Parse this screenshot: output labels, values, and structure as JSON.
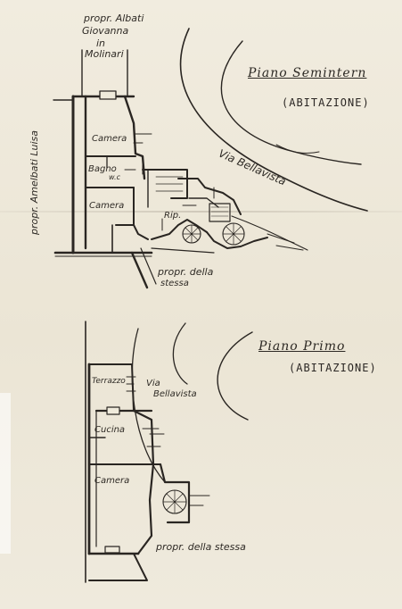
{
  "neighbor_top": {
    "line1": "propr. Albati",
    "line2": "Giovanna",
    "line3": "in",
    "line4": "Molinari"
  },
  "neighbor_left": "propr. Amelbati Luisa",
  "floor_semi": {
    "title": "Piano Semintern",
    "subtitle": "(ABITAZIONE)",
    "street": "Via Bellavista",
    "rooms": {
      "camera_upper": "Camera",
      "bagno": "Bagno",
      "wc": "w.c",
      "camera_lower": "Camera",
      "rip": "Rip."
    },
    "neighbor_bottom_line1": "propr. della",
    "neighbor_bottom_line2": "stessa"
  },
  "floor_first": {
    "title": "Piano Primo",
    "subtitle": "(ABITAZIONE)",
    "street_line1": "Via",
    "street_line2": "Bellavista",
    "rooms": {
      "terrazzo": "Terrazzo",
      "cucina": "Cucina",
      "camera": "Camera"
    },
    "neighbor_bottom": "propr. della stessa"
  }
}
